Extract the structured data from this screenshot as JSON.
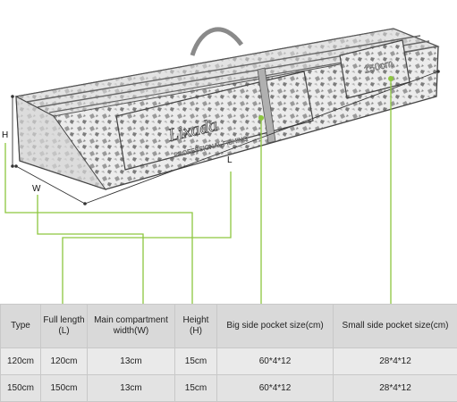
{
  "labels": {
    "height": "H",
    "width": "W",
    "length": "L"
  },
  "bag": {
    "brand": "Lixada",
    "pocket_size": "150cm",
    "tagline": "PROFESSIONAL FISHING"
  },
  "table": {
    "headers": [
      "Type",
      "Full length (L)",
      "Main compartment width(W)",
      "Height (H)",
      "Big side pocket size(cm)",
      "Small side pocket size(cm)"
    ],
    "rows": [
      [
        "120cm",
        "120cm",
        "13cm",
        "15cm",
        "60*4*12",
        "28*4*12"
      ],
      [
        "150cm",
        "150cm",
        "13cm",
        "15cm",
        "60*4*12",
        "28*4*12"
      ]
    ]
  },
  "colors": {
    "guide_line": "#8dc63f",
    "dimension_line": "#333333",
    "header_bg": "#d9d9d9",
    "row_bg": "#eaeaea"
  }
}
